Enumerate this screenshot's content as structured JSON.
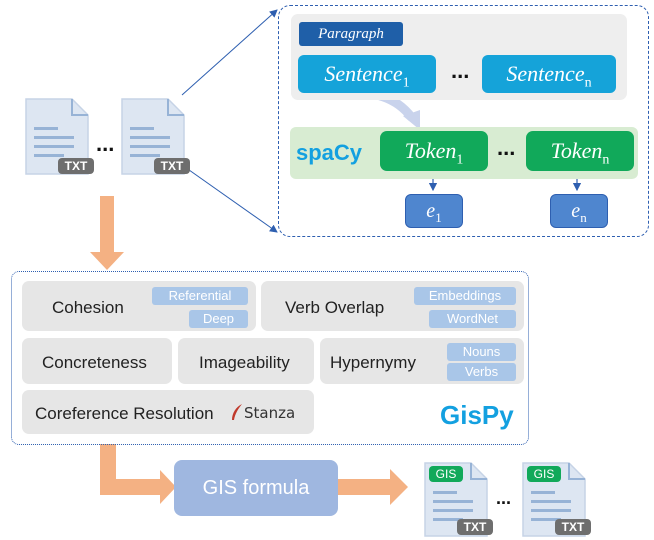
{
  "pipeline": {
    "input_docs": [
      {
        "label": "TXT"
      },
      {
        "label": "TXT"
      }
    ],
    "input_ellipsis": "...",
    "output_docs": [
      {
        "top_label": "GIS",
        "bottom_label": "TXT"
      },
      {
        "top_label": "GIS",
        "bottom_label": "TXT"
      }
    ],
    "output_ellipsis": "..."
  },
  "parse": {
    "paragraph_label": "Paragraph",
    "sentence_base": "Sentence",
    "sentence_first_sub": "1",
    "sentence_last_sub": "n",
    "sentence_ellipsis": "...",
    "spacy_label": "spaCy",
    "token_base": "Token",
    "token_first_sub": "1",
    "token_last_sub": "n",
    "token_ellipsis": "...",
    "entity_base": "e",
    "entity_first_sub": "1",
    "entity_last_sub": "n"
  },
  "gispy": {
    "title": "GisPy",
    "cohesion": {
      "label": "Cohesion",
      "tags": [
        "Referential",
        "Deep"
      ]
    },
    "verb_overlap": {
      "label": "Verb Overlap",
      "tags": [
        "Embeddings",
        "WordNet"
      ]
    },
    "concreteness": {
      "label": "Concreteness"
    },
    "imageability": {
      "label": "Imageability"
    },
    "hypernymy": {
      "label": "Hypernymy",
      "tags": [
        "Nouns",
        "Verbs"
      ]
    },
    "coreference": {
      "label": "Coreference Resolution",
      "tool": "Stanza"
    }
  },
  "formula": {
    "label": "GIS formula"
  },
  "colors": {
    "arrow_orange": "#f4b183",
    "dashed_blue": "#2e5fb0",
    "sentence_blue": "#15a3d9",
    "paragraph_navy": "#1f5fa8",
    "token_green": "#11a95a",
    "spacy_bg": "#d8ecd2",
    "entity_blue": "#4f86cf",
    "tag_blue": "#a9c6e8",
    "gispy_text": "#13a0e0",
    "formula_bg": "#9fb7e0",
    "doc_bg": "#dde6f2",
    "doc_line": "#97b3d6"
  }
}
